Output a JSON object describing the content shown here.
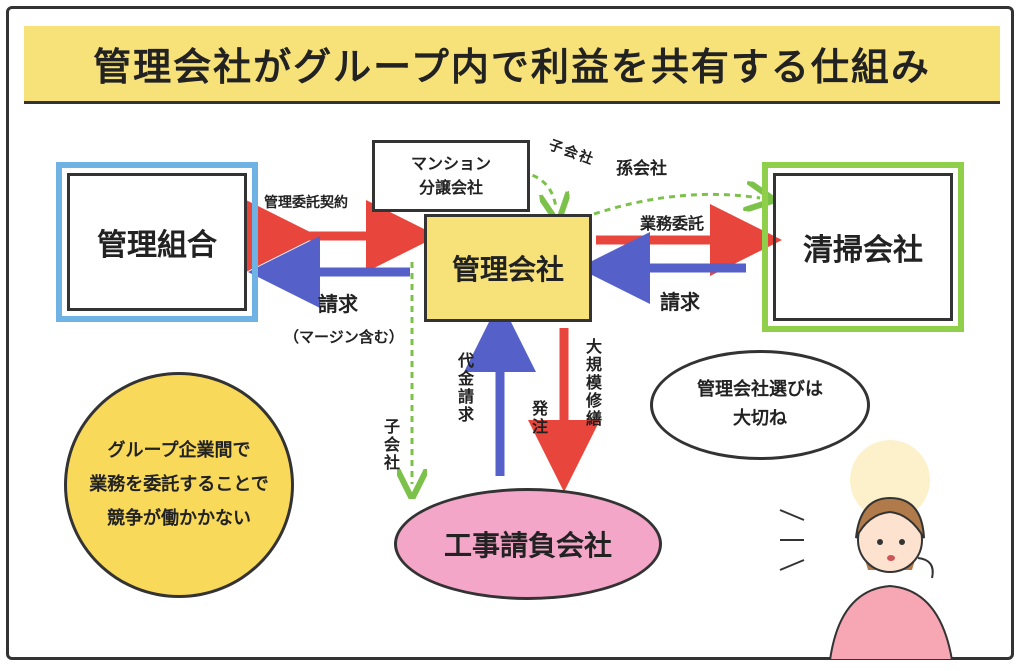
{
  "title": "管理会社がグループ内で利益を共有する仕組み",
  "nodes": {
    "kumiai": "管理組合",
    "kanri": "管理会社",
    "bunjo_line1": "マンション",
    "bunjo_line2": "分譲会社",
    "seiso": "清掃会社",
    "koji": "工事請負会社"
  },
  "labels": {
    "kanri_itaku_keiyaku": "管理委託契約",
    "seikyu_left": "請求",
    "margin": "（マージン含む）",
    "kogaisha_top": "子会社",
    "magogaisha": "孫会社",
    "gyomu_itaku": "業務委託",
    "seikyu_right": "請求",
    "daikin_seikyu": "代金請求",
    "hatchu": "発注",
    "daikibo": "大規模修繕",
    "kogaisha_left": "子会社"
  },
  "note": {
    "line1": "グループ企業間で",
    "line2": "業務を委託することで",
    "line3": "競争が働かかない"
  },
  "bubble": {
    "line1": "管理会社選びは",
    "line2": "大切ね"
  },
  "colors": {
    "red_arrow": "#e8453c",
    "blue_arrow": "#5560c8",
    "green_dash": "#7cc24a",
    "yellow": "#f7e27a",
    "pink": "#f3a6c8"
  }
}
